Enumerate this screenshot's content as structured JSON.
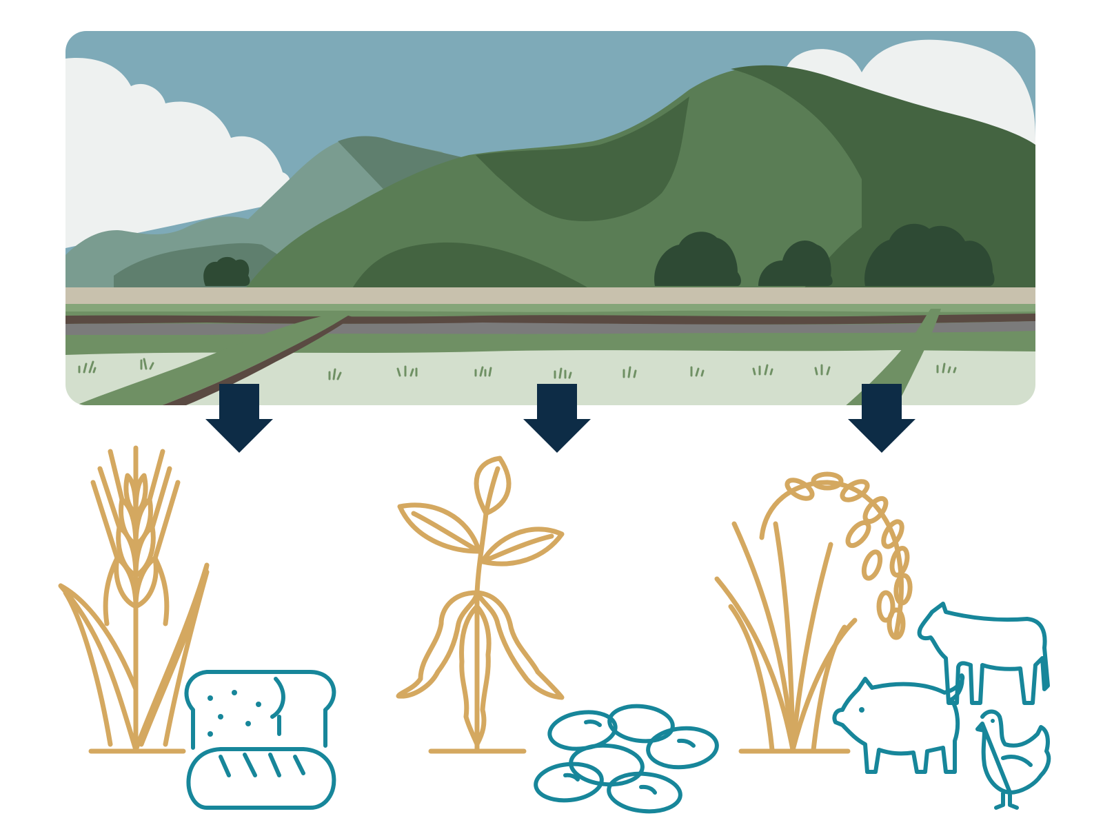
{
  "scene": {
    "name": "landscape-panel",
    "colors": {
      "sky": "#7eaab8",
      "cloud": "#eef1f0",
      "far_hill": "#7a9c90",
      "mid_hill": "#5f7f6e",
      "hill": "#5a7d55",
      "dark_hill": "#446441",
      "tree": "#2e4a34",
      "road": "#c8c1ad",
      "field_green": "#6f9064",
      "soil": "#5a4a42",
      "soil_grey": "#7b7b7b",
      "water": "#d3dfcd"
    }
  },
  "arrows": {
    "color": "#0d2c46",
    "items": [
      {
        "name": "arrow-down-left"
      },
      {
        "name": "arrow-down-center"
      },
      {
        "name": "arrow-down-right"
      }
    ]
  },
  "groups": [
    {
      "name": "wheat-bread-group",
      "crop_icon": "wheat-icon",
      "product_icon": "bread-icon"
    },
    {
      "name": "soybean-group",
      "crop_icon": "soybean-plant-icon",
      "product_icon": "beans-icon"
    },
    {
      "name": "rice-livestock-group",
      "crop_icon": "rice-plant-icon",
      "product_icon": "livestock-icon"
    }
  ],
  "icon_colors": {
    "crop": "#d4a860",
    "product": "#17869a"
  }
}
